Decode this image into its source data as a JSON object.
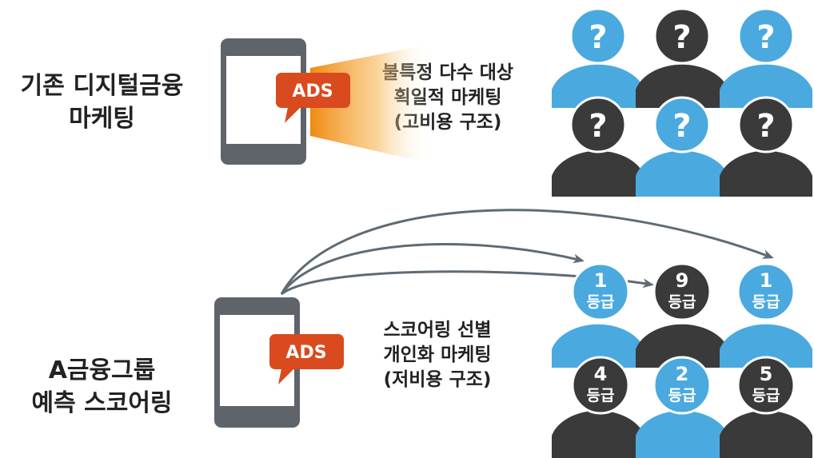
{
  "top": {
    "title_line1": "기존 디지털금융",
    "title_line2": "마케팅",
    "ad_label": "ADS",
    "desc_line1": "불특정 다수 대상",
    "desc_line2": "획일적 마케팅",
    "desc_line3": "(고비용 구조)",
    "people_marks": [
      "?",
      "?",
      "?",
      "?",
      "?",
      "?"
    ]
  },
  "bottom": {
    "title_line1": "A금융그룹",
    "title_line2": "예측 스코어링",
    "ad_label": "ADS",
    "desc_line1": "스코어링 선별",
    "desc_line2": "개인화 마케팅",
    "desc_line3": "(저비용 구조)",
    "grade_suffix": "등급",
    "grades": [
      "1",
      "9",
      "1",
      "4",
      "2",
      "5"
    ]
  },
  "colors": {
    "blue": "#4aa9df",
    "dark": "#3a3a3a",
    "ads_red": "#d94a1e",
    "phone_gray": "#5e6469",
    "beam_orange": "#f39a1e",
    "arrow": "#5f6b73"
  },
  "icons": [
    "phone-icon",
    "ads-bubble-icon",
    "person-icon",
    "arrow-icon"
  ]
}
